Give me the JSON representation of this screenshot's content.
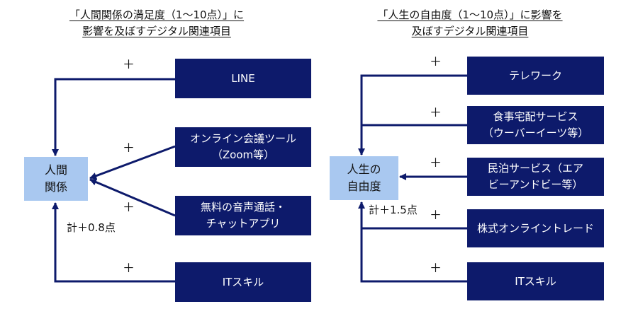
{
  "left": {
    "title_line1": "「人間関係の満足度（1～10点）」に",
    "title_line2": "影響を及ぼすデジタル関連項目",
    "target_line1": "人間",
    "target_line2": "関係",
    "total": "計＋0.8点",
    "items": [
      {
        "line1": "LINE",
        "line2": ""
      },
      {
        "line1": "オンライン会議ツール",
        "line2": "（Zoom等）"
      },
      {
        "line1": "無料の音声通話・",
        "line2": "チャットアプリ"
      },
      {
        "line1": "ITスキル",
        "line2": ""
      }
    ],
    "sign": "＋"
  },
  "right": {
    "title_line1": "「人生の自由度（1～10点）」に影響を",
    "title_line2": "及ぼすデジタル関連項目",
    "target_line1": "人生の",
    "target_line2": "自由度",
    "total": "計＋1.5点",
    "items": [
      {
        "line1": "テレワーク",
        "line2": ""
      },
      {
        "line1": "食事宅配サービス",
        "line2": "（ウーバーイーツ等）"
      },
      {
        "line1": "民泊サービス（エア",
        "line2": "ビーアンドビー等）"
      },
      {
        "line1": "株式オンライントレード",
        "line2": ""
      },
      {
        "line1": "ITスキル",
        "line2": ""
      }
    ],
    "sign": "＋"
  },
  "colors": {
    "box": "#0d1a6b",
    "target": "#a9c8f0",
    "line": "#0d1a6b"
  }
}
